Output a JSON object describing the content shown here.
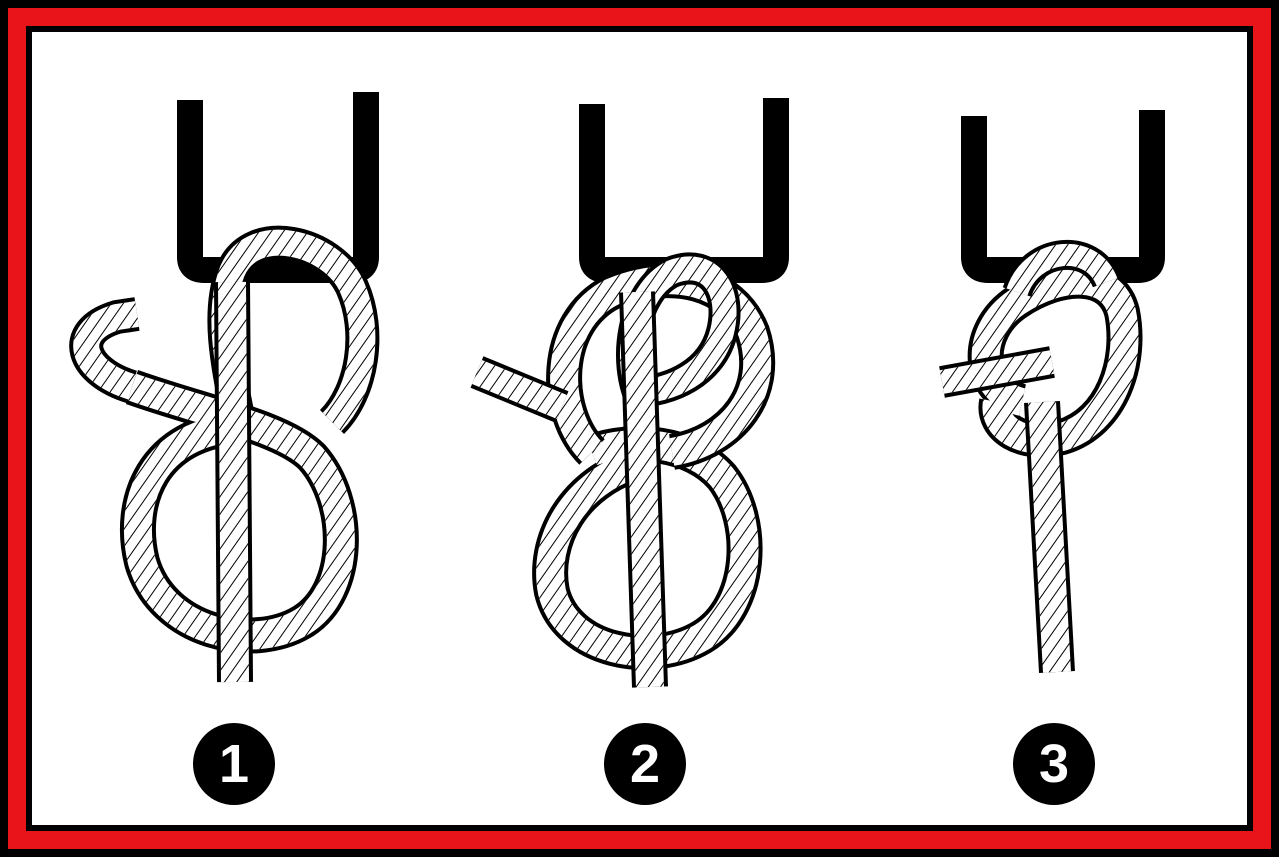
{
  "colors": {
    "frame": "#e8141a",
    "border": "#000000",
    "rope": "#000000",
    "background": "#ffffff"
  },
  "steps": [
    {
      "label": "1"
    },
    {
      "label": "2"
    },
    {
      "label": "3"
    }
  ]
}
